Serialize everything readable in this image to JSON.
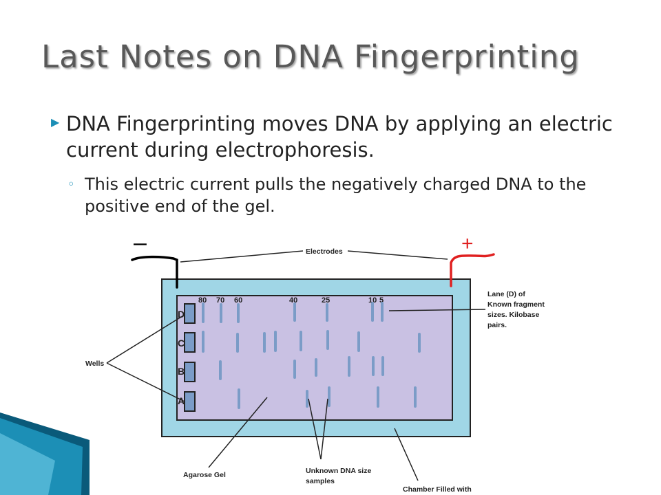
{
  "slide": {
    "title": "Last Notes on DNA Fingerprinting",
    "bullet": "DNA Fingerprinting moves DNA by applying an electric current during electrophoresis.",
    "sub_bullet": "This electric current pulls the negatively charged DNA to the positive end of the gel.",
    "bullet_glyph": "▶",
    "sub_bullet_glyph": "◦"
  },
  "diagram": {
    "negative_sign": "–",
    "positive_sign": "+",
    "negative_color": "#000000",
    "positive_color": "#e02020",
    "chamber_color": "#a0d6e6",
    "gel_color": "#c9c1e3",
    "band_color": "#7b9cc7",
    "labels": {
      "electrodes": "Electrodes",
      "wells": "Wells",
      "lane_d_line1": "Lane (D) of",
      "lane_d_line2": "Known fragment",
      "lane_d_line3": "sizes. Kilobase",
      "lane_d_line4": "pairs.",
      "agarose": "Agarose Gel",
      "unknown_line1": "Unknown DNA size",
      "unknown_line2": "samples",
      "chamber": "Chamber Filled with"
    },
    "lanes": [
      "D",
      "C",
      "B",
      "A"
    ],
    "sizes": [
      "80",
      "70",
      "60",
      "40",
      "25",
      "10",
      "5"
    ]
  }
}
